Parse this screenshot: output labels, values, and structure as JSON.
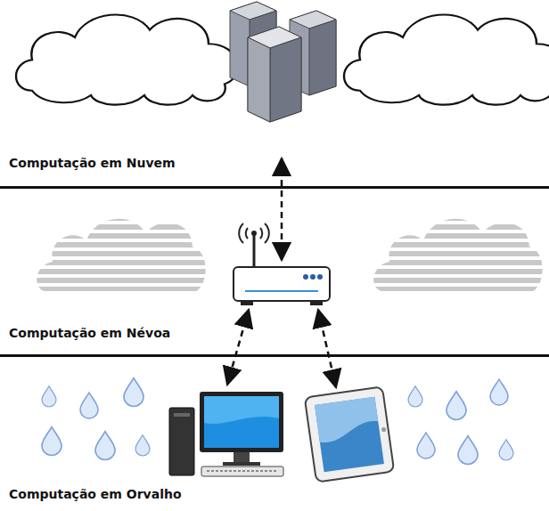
{
  "diagram": {
    "labels": [
      "Computação em Nuvem",
      "Computação em Névoa",
      "Computação em Orvalho"
    ]
  }
}
